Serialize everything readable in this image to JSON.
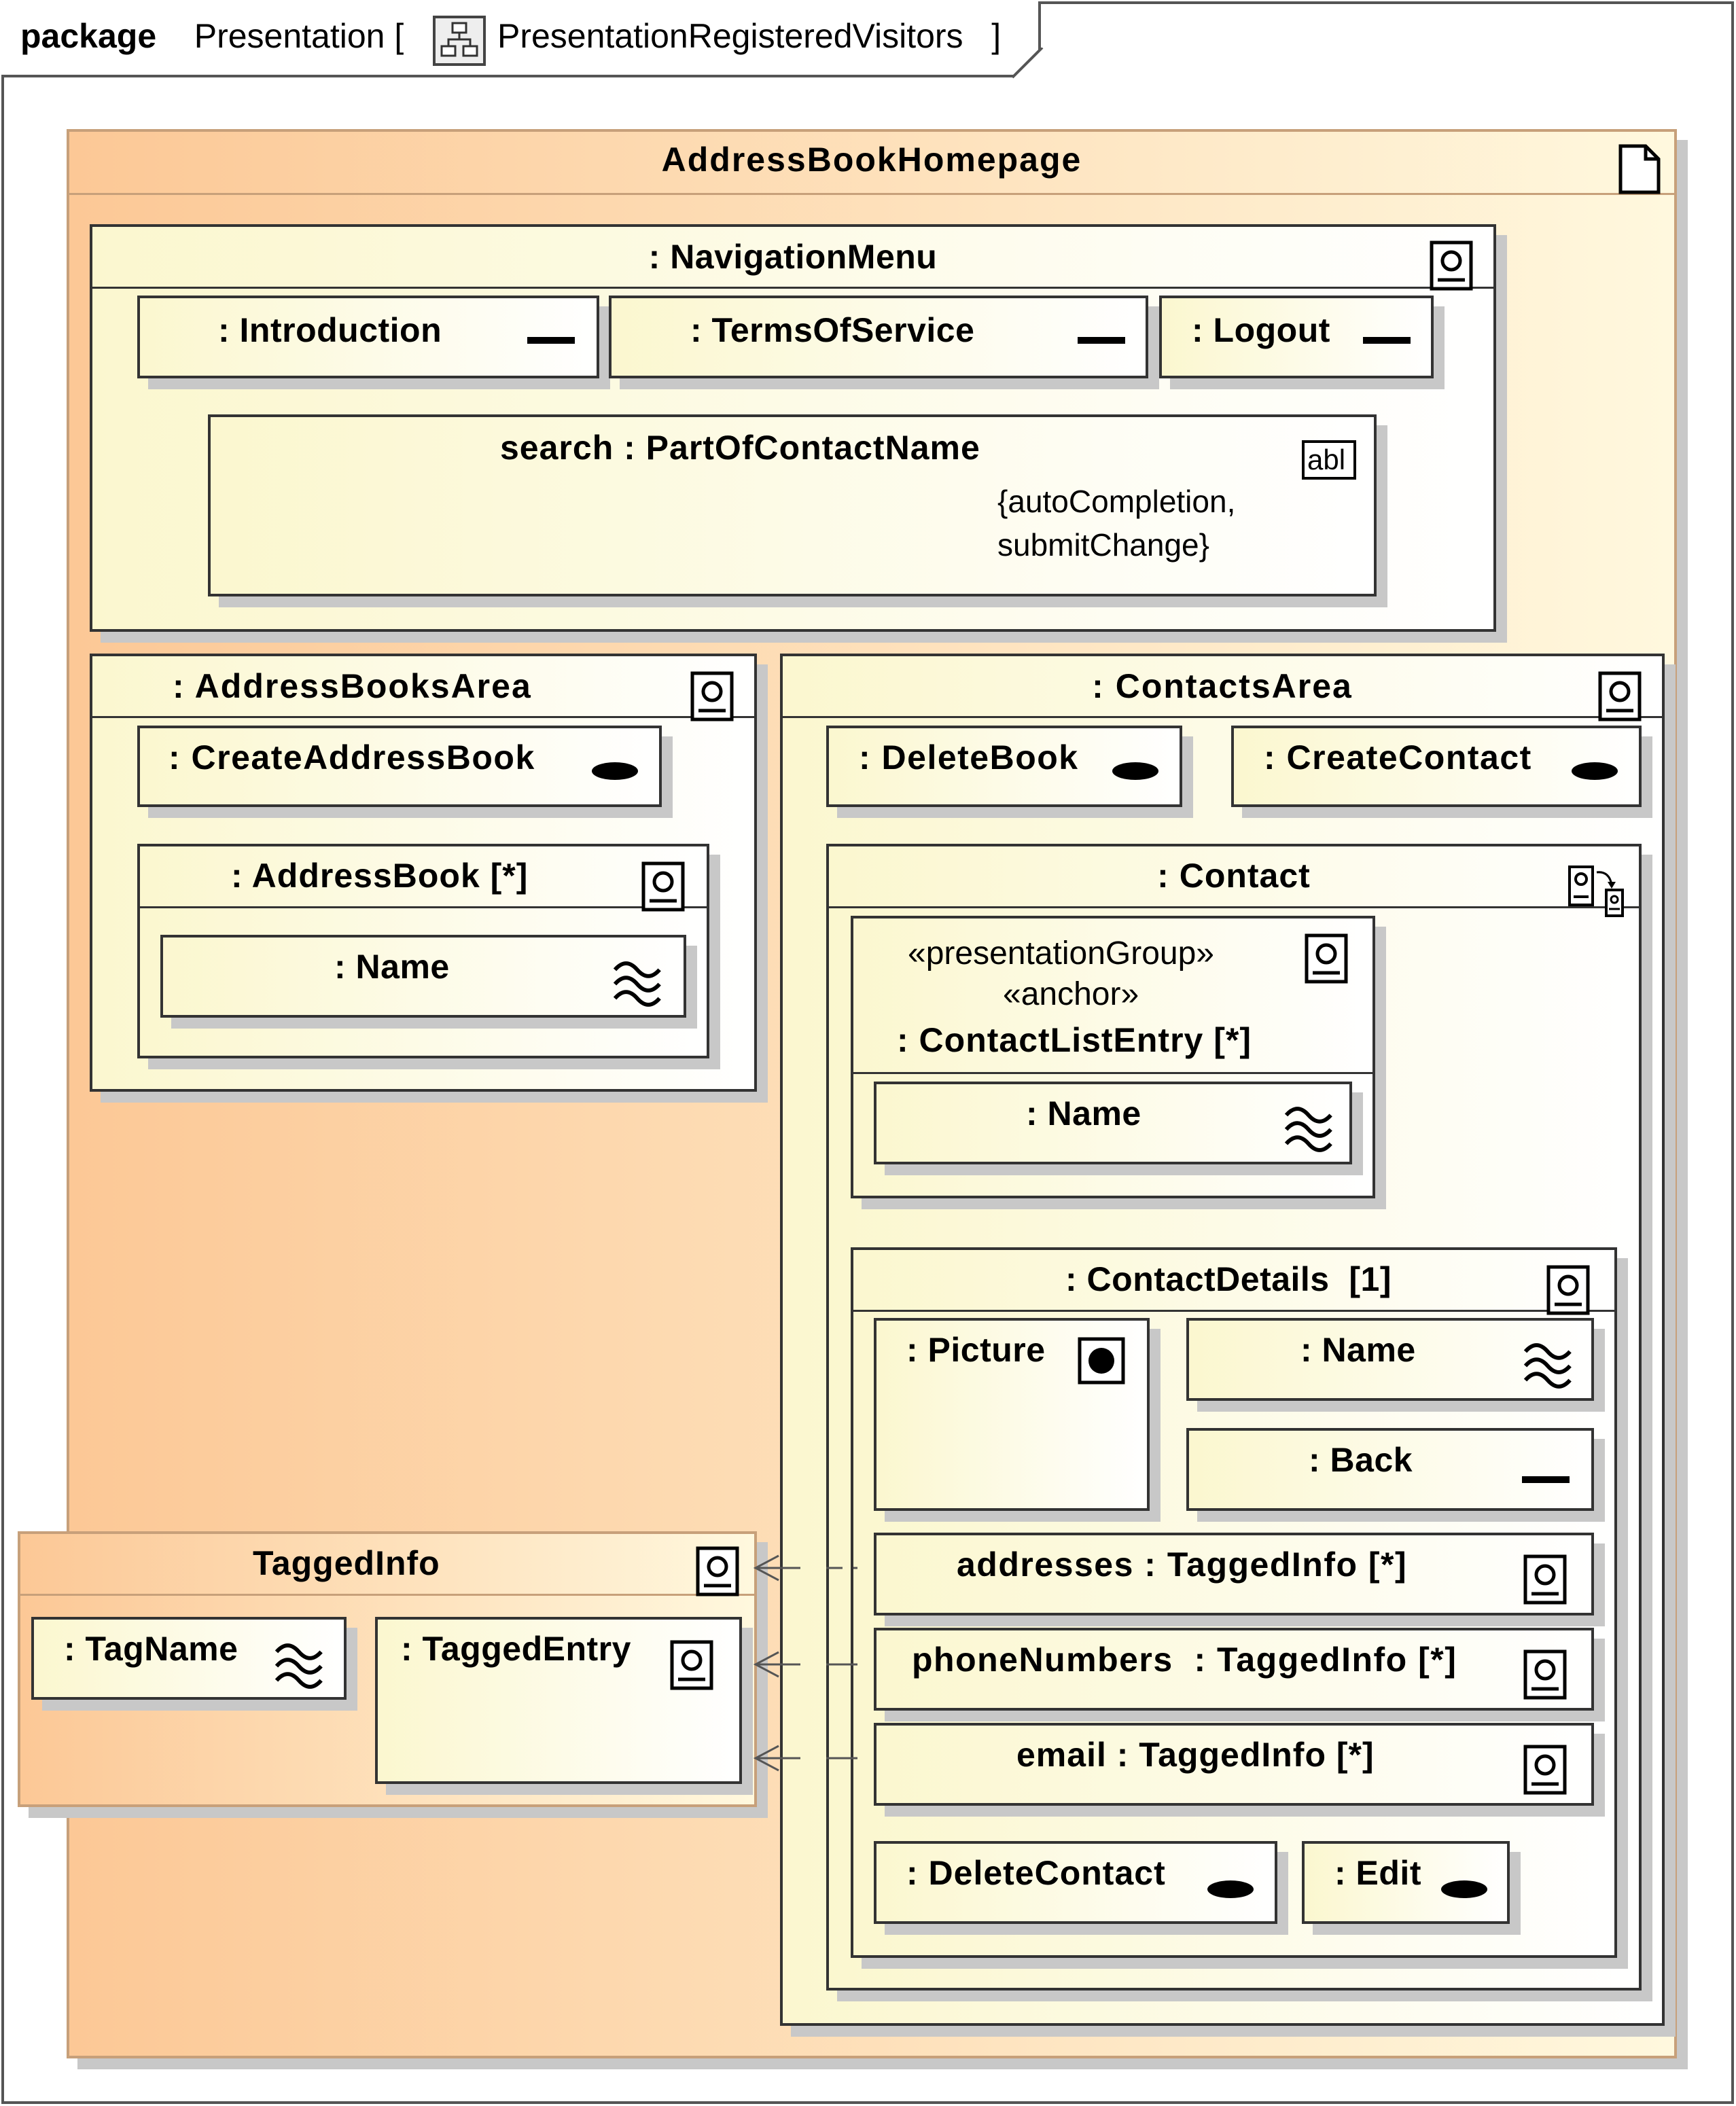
{
  "package_header": {
    "keyword": "package",
    "name": "Presentation",
    "bracket_open": "[",
    "diagram_name": "PresentationRegisteredVisitors",
    "bracket_close": "]",
    "diagram_icon": "diagram-hierarchy-icon"
  },
  "page": {
    "title": "AddressBookHomepage",
    "icon": "page-icon"
  },
  "navigation_menu": {
    "title": ": NavigationMenu",
    "items": [
      {
        "label": ": Introduction",
        "icon": "link-icon"
      },
      {
        "label": ": TermsOfService",
        "icon": "link-icon"
      },
      {
        "label": ": Logout",
        "icon": "link-icon"
      }
    ],
    "search": {
      "label": "search : PartOfContactName",
      "icon_text": "abl",
      "constraint_line1": "{autoCompletion,",
      "constraint_line2": "submitChange}"
    }
  },
  "address_books_area": {
    "title": ": AddressBooksArea",
    "create_button": ": CreateAddressBook",
    "address_book": {
      "title": ": AddressBook [*]",
      "name_field": ": Name"
    }
  },
  "contacts_area": {
    "title": ": ContactsArea",
    "delete_book": ": DeleteBook",
    "create_contact": ": CreateContact",
    "contact": {
      "title": ": Contact",
      "list_entry": {
        "stereotype1": "«presentationGroup»",
        "stereotype2": "«anchor»",
        "title": ": ContactListEntry [*]",
        "name_field": ": Name"
      },
      "details": {
        "title": ": ContactDetails  [1]",
        "picture": ": Picture",
        "name_field": ": Name",
        "back": ": Back",
        "addresses": "addresses : TaggedInfo [*]",
        "phone_numbers": "phoneNumbers  : TaggedInfo [*]",
        "email": "email : TaggedInfo [*]",
        "delete_contact": ": DeleteContact",
        "edit": ": Edit"
      }
    }
  },
  "tagged_info": {
    "title": "TaggedInfo",
    "tag_name": ": TagName",
    "tagged_entry": ": TaggedEntry"
  },
  "colors": {
    "element_fill": "#fbf7cf",
    "page_fill": "#fcc896",
    "border": "#333333",
    "shadow": "#c8c8c8"
  }
}
